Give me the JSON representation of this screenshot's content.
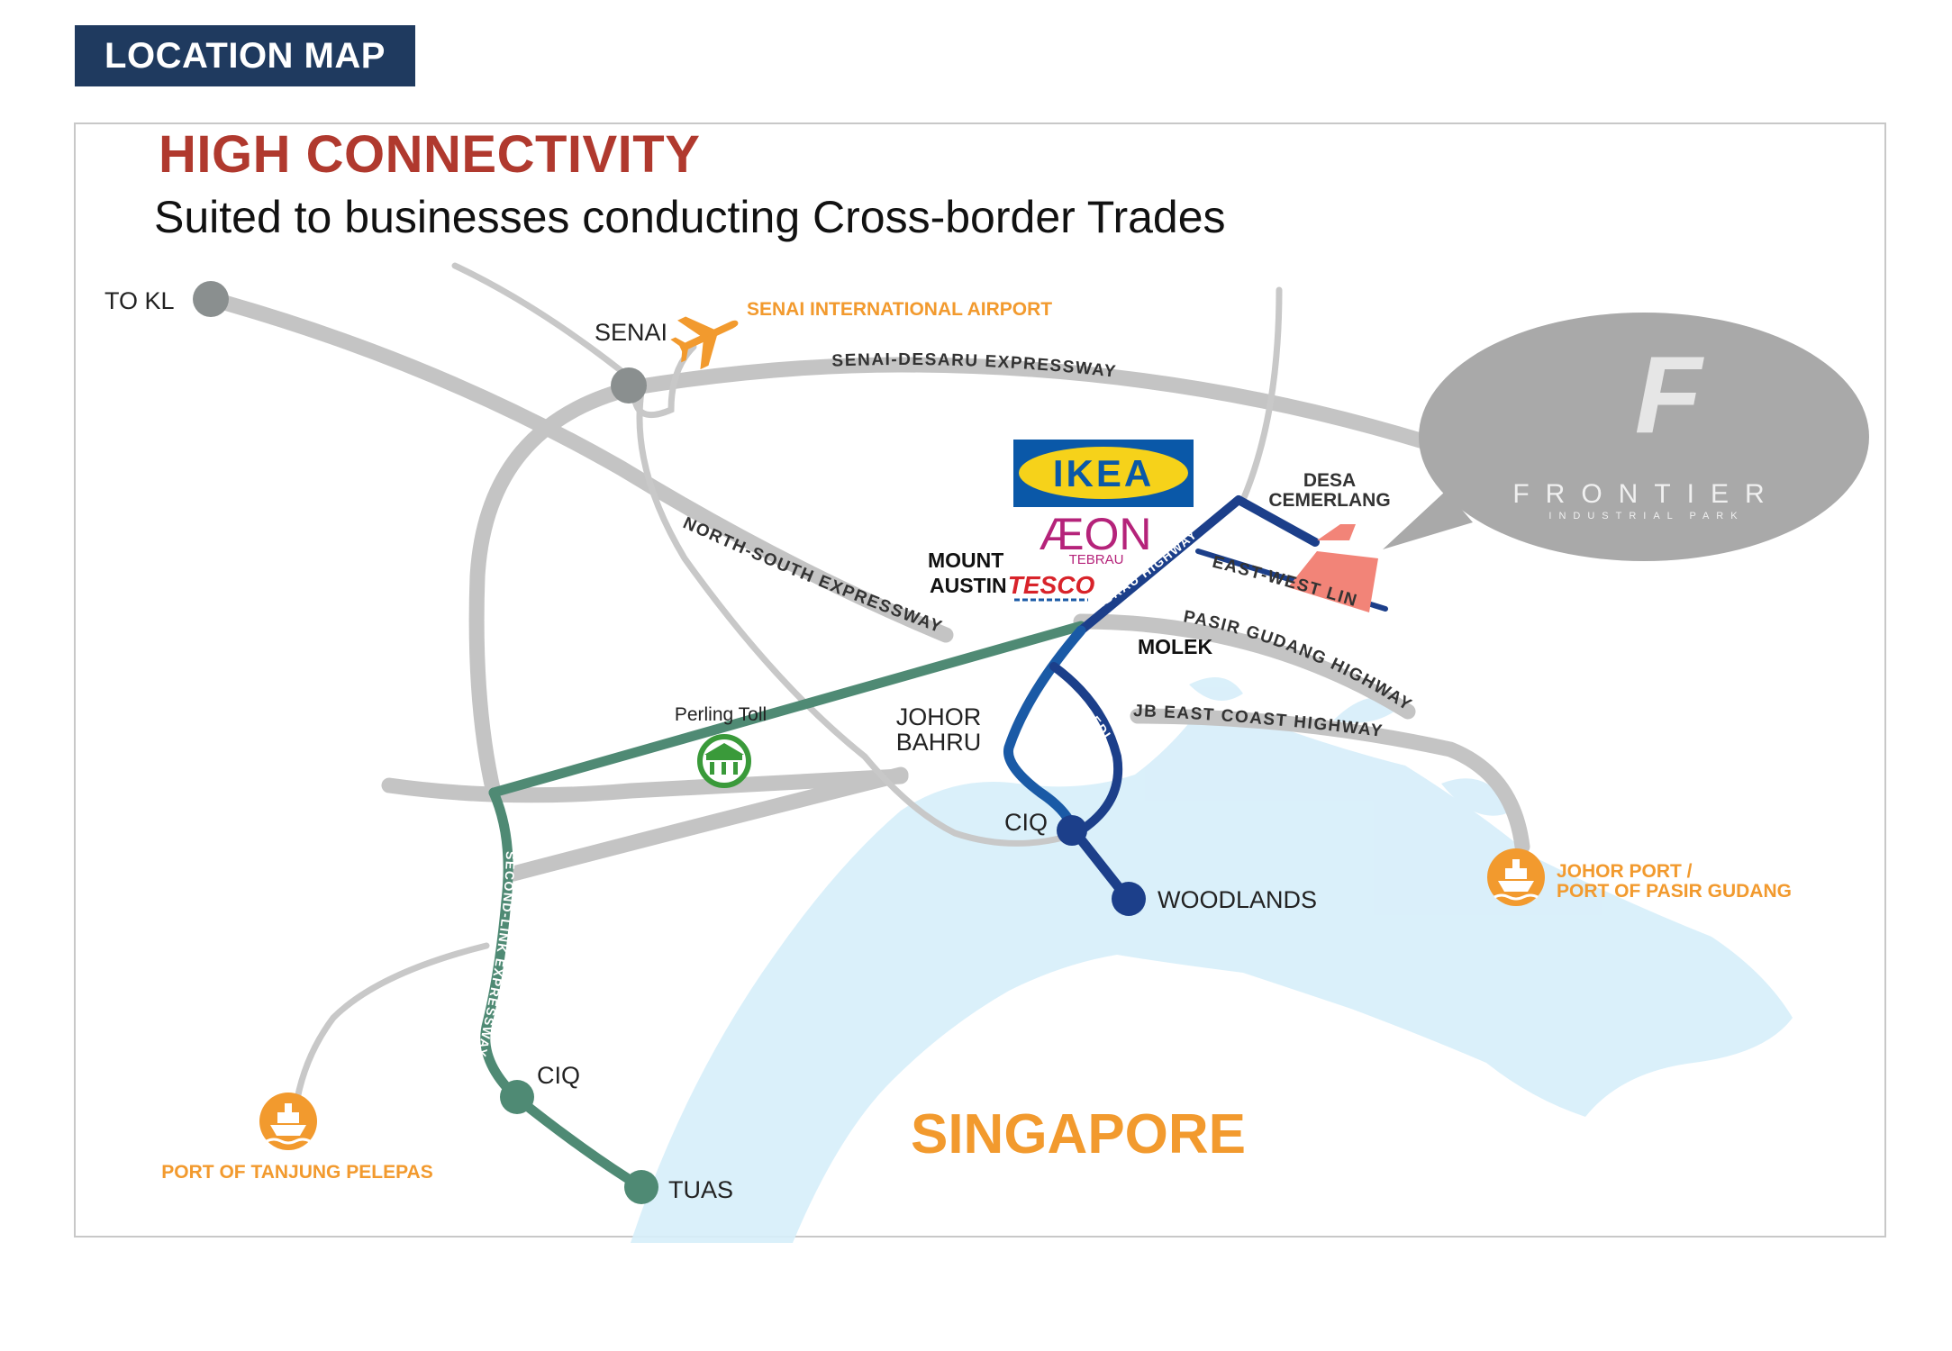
{
  "header": {
    "badge": "LOCATION MAP"
  },
  "headline": "HIGH CONNECTIVITY",
  "subheadline": "Suited to businesses conducting Cross-border Trades",
  "places": {
    "to_kl": "TO KL",
    "senai": "SENAI",
    "airport": "SENAI INTERNATIONAL AIRPORT",
    "mount": "MOUNT",
    "austin": "AUSTIN",
    "desa": "DESA",
    "cemerlang": "CEMERLANG",
    "molek": "MOLEK",
    "johor": "JOHOR",
    "bahru": "BAHRU",
    "perling_toll": "Perling Toll",
    "ciq_north": "CIQ",
    "woodlands": "WOODLANDS",
    "ciq_south": "CIQ",
    "tuas": "TUAS",
    "singapore": "SINGAPORE",
    "port_tanjung": "PORT OF TANJUNG PELEPAS",
    "johor_port_1": "JOHOR PORT /",
    "johor_port_2": "PORT OF PASIR GUDANG"
  },
  "roads": {
    "senai_desaru": "SENAI-DESARU EXPRESSWAY",
    "north_south": "NORTH-SOUTH EXPRESSWAY",
    "tebrau": "TEBRAU HIGHWAY",
    "east_west": "EAST-WEST LINK",
    "pasir_gudang": "PASIR GUDANG HIGHWAY",
    "jb_east_coast": "JB EAST COAST HIGHWAY",
    "edl": "EDL",
    "second_link": "SECOND-LINK EXPRESSWAY"
  },
  "brands": {
    "ikea": "IKEA",
    "aeon": "ÆON",
    "aeon_sub": "TEBRAU",
    "tesco": "TESCO",
    "frontier": "FRONTIER",
    "frontier_sub": "INDUSTRIAL PARK",
    "frontier_logo": "F"
  },
  "icons": {
    "airport": "airplane-icon",
    "toll": "toll-plaza-icon",
    "port": "ship-icon"
  },
  "colors": {
    "header_bg": "#1f3a5f",
    "headline": "#b0392e",
    "road_grey": "#c4c4c4",
    "node_grey": "#8a8f8f",
    "second_link_green": "#4f8a74",
    "toll_green": "#3a9a3a",
    "tebrau_navy": "#1c3f8a",
    "edl_blue": "#1a5aa6",
    "orange": "#f29a2e",
    "water": "#d6eefa",
    "site_pink": "#f28478",
    "bubble_grey": "#a9a9a9",
    "ikea_blue": "#0a58a8",
    "ikea_yellow": "#f6d21a",
    "aeon_magenta": "#b5237a",
    "tesco_red": "#d8232a"
  }
}
